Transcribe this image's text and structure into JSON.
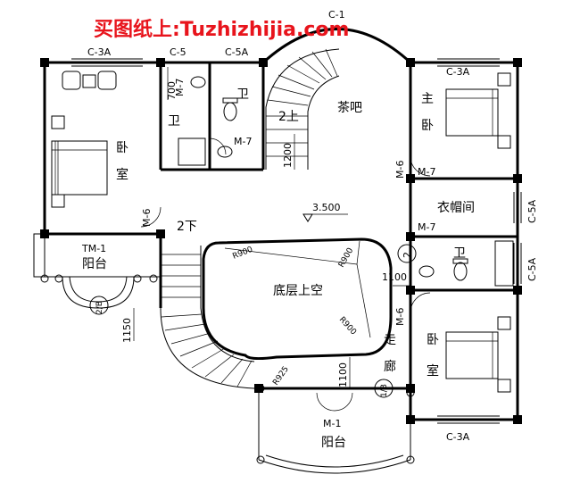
{
  "watermark": "买图纸上:Tuzhizhijia.com",
  "theme": {
    "watermark_color": "#e8141c",
    "line_color": "#000000",
    "background": "#ffffff"
  },
  "rooms": {
    "bedroom_left_1": "卧",
    "bedroom_left_2": "室",
    "bath_upper_1": "卫",
    "bath_upper_2": "卫",
    "tea_bar": "茶吧",
    "master_1": "主",
    "master_2": "卧",
    "wardrobe": "衣帽间",
    "bath_right": "卫",
    "void": "底层上空",
    "corridor_1": "走",
    "corridor_2": "廊",
    "bedroom_right_1": "卧",
    "bedroom_right_2": "室",
    "balcony_left": "阳台",
    "balcony_bottom": "阳台"
  },
  "tags": {
    "c3a_top_left": "C-3A",
    "c5_top": "C-5",
    "c5a_top": "C-5A",
    "c1_top": "C-1",
    "c3a_top_right": "C-3A",
    "c3a_bottom": "C-3A",
    "c5a_right_upper": "C-5A",
    "c5a_right_lower": "C-5A",
    "m7_upper": "M-7",
    "m7_mid": "M-7",
    "m7_right_a": "M-7",
    "m7_right_b": "M-7",
    "m6_left": "M-6",
    "m6_right_upper": "M-6",
    "m6_right_lower": "M-6",
    "tm1": "TM-1",
    "m1": "M-1",
    "stair_up": "2下",
    "stair_mid": "2上",
    "level": "3.500",
    "grid_2b": "2/B",
    "grid_1b": "1/B",
    "grid_2": "2",
    "dim_700": "700",
    "dim_1200": "1200",
    "dim_1100_h": "1100",
    "dim_1150": "1150",
    "dim_1100_v": "1100",
    "r900_a": "R900",
    "r900_b": "R900",
    "r900_c": "R900",
    "r925": "R925"
  }
}
